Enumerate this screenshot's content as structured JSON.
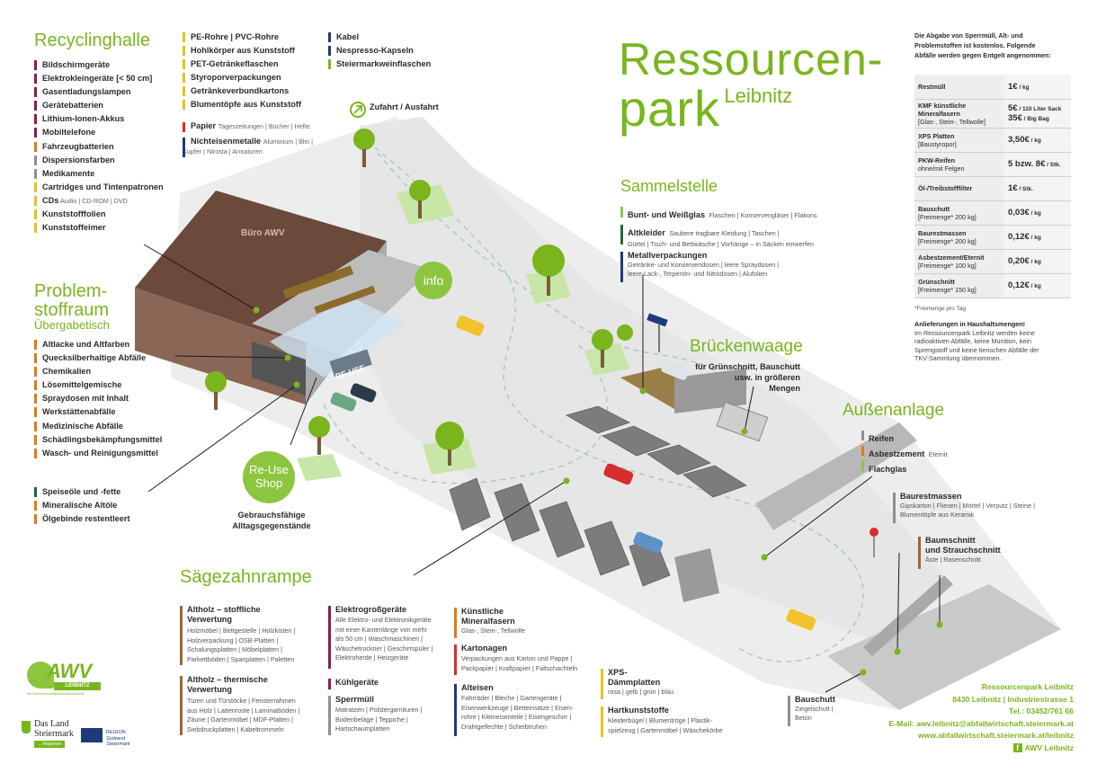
{
  "title": {
    "line1": "Ressourcen-",
    "line2": "park",
    "line3": "Leibnitz"
  },
  "colors": {
    "green": "#7ab51d",
    "lightgreen": "#8cc63f",
    "purple": "#8a1c4f",
    "yellow": "#e7c21b",
    "navy": "#1f3a78",
    "orange": "#e07b18",
    "grey": "#8f8f8f",
    "brown": "#9c6532",
    "darkgreen": "#1d6a3a",
    "red": "#d62d2d"
  },
  "recyclinghalle": {
    "heading": "Recyclinghalle",
    "items": [
      {
        "label": "Bildschirmgeräte",
        "sub": "",
        "color": "#8a1c4f"
      },
      {
        "label": "Elektrokleingeräte [< 50 cm]",
        "sub": "",
        "color": "#8a1c4f"
      },
      {
        "label": "Gasentladungslampen",
        "sub": "",
        "color": "#8a1c4f"
      },
      {
        "label": "Gerätebatterien",
        "sub": "",
        "color": "#8a1c4f"
      },
      {
        "label": "Lithium-Ionen-Akkus",
        "sub": "",
        "color": "#8a1c4f"
      },
      {
        "label": "Mobiltelefone",
        "sub": "",
        "color": "#8a1c4f"
      },
      {
        "label": "Fahrzeugbatterien",
        "sub": "",
        "color": "#e07b18"
      },
      {
        "label": "Dispersionsfarben",
        "sub": "",
        "color": "#8f8f8f"
      },
      {
        "label": "Medikamente",
        "sub": "",
        "color": "#8f8f8f"
      },
      {
        "label": "Cartridges und Tintenpatronen",
        "sub": "",
        "color": "#e7c21b"
      },
      {
        "label": "CDs",
        "sub": "Audio | CD-ROM | DVD",
        "color": "#e7c21b"
      },
      {
        "label": "Kunststofffolien",
        "sub": "",
        "color": "#e7c21b"
      },
      {
        "label": "Kunststoffeimer",
        "sub": "",
        "color": "#e7c21b"
      }
    ]
  },
  "col2": {
    "items": [
      {
        "label": "PE-Rohre | PVC-Rohre",
        "color": "#e7c21b"
      },
      {
        "label": "Hohlkörper aus Kunststoff",
        "color": "#e7c21b"
      },
      {
        "label": "PET-Getränkeflaschen",
        "color": "#e7c21b"
      },
      {
        "label": "Styroporverpackungen",
        "color": "#e7c21b"
      },
      {
        "label": "Getränkeverbundkartons",
        "color": "#e7c21b"
      },
      {
        "label": "Blumentöpfe aus Kunststoff",
        "color": "#e7c21b"
      }
    ],
    "papier": {
      "label": "Papier",
      "sub": "Tageszeitungen | Bücher | Hefte"
    },
    "ne": {
      "label": "Nichteisenmetalle",
      "sub1": "Aluminium | Blei |",
      "sub2": "Kupfer | Nirosta | Armaturen"
    }
  },
  "col3": {
    "items": [
      {
        "label": "Kabel",
        "color": "#1f3a78"
      },
      {
        "label": "Nespresso-Kapseln",
        "color": "#1f3a78"
      },
      {
        "label": "Steiermarkweinflaschen",
        "color": "#7ab51d"
      }
    ]
  },
  "zufahrt": "Zufahrt / Ausfahrt",
  "problemstoff": {
    "heading1": "Problem-",
    "heading2": "stoffraum",
    "subheading": "Übergabetisch",
    "items": [
      {
        "label": "Altlacke und Altfarben",
        "color": "#e07b18"
      },
      {
        "label": "Quecksilberhaltige Abfälle",
        "color": "#e07b18"
      },
      {
        "label": "Chemikalien",
        "color": "#e07b18"
      },
      {
        "label": "Lösemittelgemische",
        "color": "#e07b18"
      },
      {
        "label": "Spraydosen mit Inhalt",
        "color": "#e07b18"
      },
      {
        "label": "Werkstättenabfälle",
        "color": "#e07b18"
      },
      {
        "label": "Medizinische Abfälle",
        "color": "#e07b18"
      },
      {
        "label": "Schädlingsbekämpfungsmittel",
        "color": "#e07b18"
      },
      {
        "label": "Wasch- und Reinigungsmittel",
        "color": "#e07b18"
      }
    ],
    "oil": [
      {
        "label": "Speiseöle und -fette",
        "color": "#1d6a3a"
      },
      {
        "label": "Mineralische Altöle",
        "color": "#e07b18"
      },
      {
        "label": "Ölgebinde restentleert",
        "color": "#e07b18"
      }
    ]
  },
  "building": {
    "buero": "Büro AWV",
    "info": "info",
    "reuse_sign": "RE-USE"
  },
  "reuse": {
    "line1": "Re-Use",
    "line2": "Shop",
    "caption1": "Gebrauchsfähige",
    "caption2": "Alltagsgegenstände"
  },
  "sammelstelle": {
    "heading": "Sammelstelle",
    "glas": {
      "label": "Bunt- und Weißglas",
      "sub": "Flaschen | Konservengläser | Flakons"
    },
    "altkleider": {
      "label": "Altkleider",
      "sub1": "Saubere tragbare Kleidung | Taschen |",
      "sub2": "Gürtel | Tisch- und Bettwäsche | Vorhänge – in Säcken einwerfen"
    },
    "metall": {
      "label": "Metallverpackungen",
      "sub1": "Getränke- und Konservendosen | leere Spraydosen |",
      "sub2": "leere Lack-, Terpentin- und Nitrodosen | Alufolien"
    }
  },
  "brueckenwaage": {
    "heading": "Brückenwaage",
    "line1": "für Grünschnitt, Bauschutt",
    "line2": "usw. in größeren",
    "line3": "Mengen"
  },
  "aussenanlage": {
    "heading": "Außenanlage",
    "reifen": "Reifen",
    "asbest": "Asbestzement",
    "asbest_sub": "Eternit",
    "flachglas": "Flachglas"
  },
  "baurestmassen": {
    "label": "Baurestmassen",
    "sub1": "Gipskarton | Fliesen | Mörtel | Verputz | Steine |",
    "sub2": "Blumentöpfe aus Keramik"
  },
  "baumschnitt": {
    "label1": "Baumschnitt",
    "label2": "und Strauchschnitt",
    "sub": "Äste | Rasenschnitt"
  },
  "bauschutt": {
    "label": "Bauschutt",
    "sub1": "Ziegelschutt |",
    "sub2": "Beton"
  },
  "saegezahnrampe": {
    "heading": "Sägezahnrampe",
    "altholz1": {
      "t1": "Altholz – stoffliche",
      "t2": "Verwertung",
      "d": [
        "Holzmöbel | Bettgestelle | Holzkisten |",
        "Holzverpackung | OSB-Platten |",
        "Schalungsplatten | Möbelplatten |",
        "Parkettböden | Spanplatten | Paletten"
      ]
    },
    "altholz2": {
      "t1": "Altholz – thermische",
      "t2": "Verwertung",
      "d": [
        "Türen und Türstöcke | Fensterrahmen",
        "aus Holz | Lattenroste | Laminatböden |",
        "Zäune | Gartenmöbel | MDF-Platten |",
        "Siebdruckplatten | Kabeltrommeln"
      ]
    },
    "elektro": {
      "t": "Elektrogroßgeräte",
      "d": [
        "Alle Elektro- und Elektronikgeräte",
        "mit einer Kantenlänge von mehr",
        "als 50 cm | Waschmaschinen |",
        "Wäschetrockner | Geschirrspüler |",
        "Elektroherde | Heizgeräte"
      ]
    },
    "kuehl": {
      "t": "Kühlgeräte"
    },
    "sperr": {
      "t": "Sperrmüll",
      "d": [
        "Matratzen | Polstergarnituren |",
        "Bodenbeläge | Teppiche |",
        "Hartschaumplatten"
      ]
    },
    "kmf": {
      "t1": "Künstliche",
      "t2": "Mineralfasern",
      "d": [
        "Glas-, Stein-, Tellwolle"
      ]
    },
    "karton": {
      "t": "Kartonagen",
      "d": [
        "Verpackungen aus Karton und Pappe |",
        "Packpapier | Kraftpapier | Faltschachteln"
      ]
    },
    "alteisen": {
      "t": "Alteisen",
      "d": [
        "Fahrräder | Bleche | Gartengeräte |",
        "Eisenwerkzeuge | Betteinsätze | Eisen-",
        "rohre | Kleineisenteile | Eisengeschirr |",
        "Drahtgeflechte | Scheibtruhen"
      ]
    },
    "xps": {
      "t1": "XPS-",
      "t2": "Dämmplatten",
      "d": [
        "rosa | gelb | grün | blau"
      ]
    },
    "hart": {
      "t": "Hartkunststoffe",
      "d": [
        "Kleiderbügel | Blumentröge | Plastik-",
        "spielzeug | Gartenmöbel | Wäschekörbe"
      ]
    }
  },
  "prices": {
    "intro1": "Die Abgabe von Sperrmüll, Alt- und",
    "intro2": "Problemstoffen ist kostenlos. Folgende",
    "intro3": "Abfälle werden gegen Entgelt angenommen:",
    "rows": [
      {
        "n1": "Restmüll",
        "n2": "",
        "p1": "1€",
        "u1": " / kg",
        "p2": "",
        "u2": ""
      },
      {
        "n1": "KMF künstliche Mineralfasern",
        "n2": "[Glas-, Stein-, Tellwolle]",
        "p1": "5€",
        "u1": " / 110 Liter Sack",
        "p2": "35€",
        "u2": " / Big Bag"
      },
      {
        "n1": "XPS Platten",
        "n2": "[Baustyropor]",
        "p1": "3,50€",
        "u1": " / kg",
        "p2": "",
        "u2": ""
      },
      {
        "n1": "PKW-Reifen",
        "n2": "ohne/mit Felgen",
        "p1": "5 bzw. 8€",
        "u1": " / Stk.",
        "p2": "",
        "u2": ""
      },
      {
        "n1": "Öl-/Treibstofffilter",
        "n2": "",
        "p1": "1€",
        "u1": " / Stk.",
        "p2": "",
        "u2": ""
      },
      {
        "n1": "Bauschutt",
        "n2": "[Freimenge* 200 kg]",
        "p1": "0,03€",
        "u1": " / kg",
        "p2": "",
        "u2": ""
      },
      {
        "n1": "Baurestmassen",
        "n2": "[Freimenge* 200 kg]",
        "p1": "0,12€",
        "u1": " / kg",
        "p2": "",
        "u2": ""
      },
      {
        "n1": "Asbestzement/Eternit",
        "n2": "[Freimenge* 100 kg]",
        "p1": "0,20€",
        "u1": " / kg",
        "p2": "",
        "u2": ""
      },
      {
        "n1": "Grünschnitt",
        "n2": "[Freimenge* 150 kg]",
        "p1": "0,12€",
        "u1": " / kg",
        "p2": "",
        "u2": ""
      }
    ],
    "footnote": "*Freimenge pro Tag",
    "note_bold": "Anlieferungen in Haushaltsmengen!",
    "note": [
      "Im Ressourcenpark Leibnitz werden keine",
      "radioaktiven Abfälle, keine Munition, kein",
      "Sprengstoff und keine tierischen Abfälle der",
      "TKV-Sammlung übernommen."
    ]
  },
  "contact": {
    "l1": "Ressourcenpark Leibnitz",
    "l2": "8430 Leibnitz | Industriestrasse 1",
    "l3": "Tel.: 03452/761 66",
    "l4": "E-Mail: awv.leibnitz@abfallwirtschaft.steiermark.at",
    "l5": "www.abfallwirtschaft.steiermark.at/leibnitz",
    "l6": "AWV Leibnitz"
  },
  "logos": {
    "awv": "AWV",
    "awv_sub": "LEIBNITZ",
    "awv_tag": "Die Steirischen Abfallwirtschaftsverbände",
    "land1": "Das Land",
    "land2": "Steiermark",
    "land3": "→ Regionen",
    "region1": "REGION",
    "region2": "Südwest",
    "region3": "Steiermark"
  }
}
